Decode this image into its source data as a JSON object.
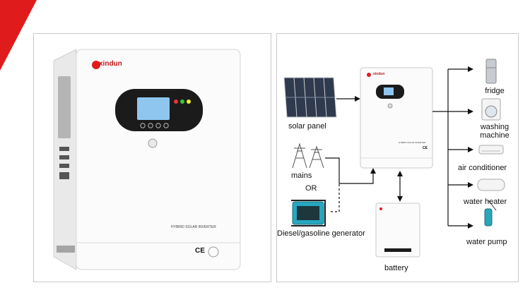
{
  "left_product": {
    "brand": "xindun",
    "brand_sub": "",
    "model_label": "HYBRID SOLAR INVERTER",
    "ce_mark": "CE",
    "button_count": 4
  },
  "diagram": {
    "inverter_brand": "xindun",
    "inverter_label": "HYBRID SOLAR INVERTER",
    "ce_mark": "CE",
    "sources": {
      "solar": "solar panel",
      "mains": "mains",
      "or": "OR",
      "generator": "Diesel/gasoline generator",
      "battery": "battery"
    },
    "loads": [
      "fridge",
      "washing",
      "machine",
      "air conditioner",
      "water heater",
      "water pump"
    ]
  },
  "colors": {
    "accent_red": "#e01b1b",
    "border": "#c9c9c9",
    "screen_blue": "#8fc6f0",
    "display_black": "#1b1b1b",
    "line": "#111111"
  }
}
